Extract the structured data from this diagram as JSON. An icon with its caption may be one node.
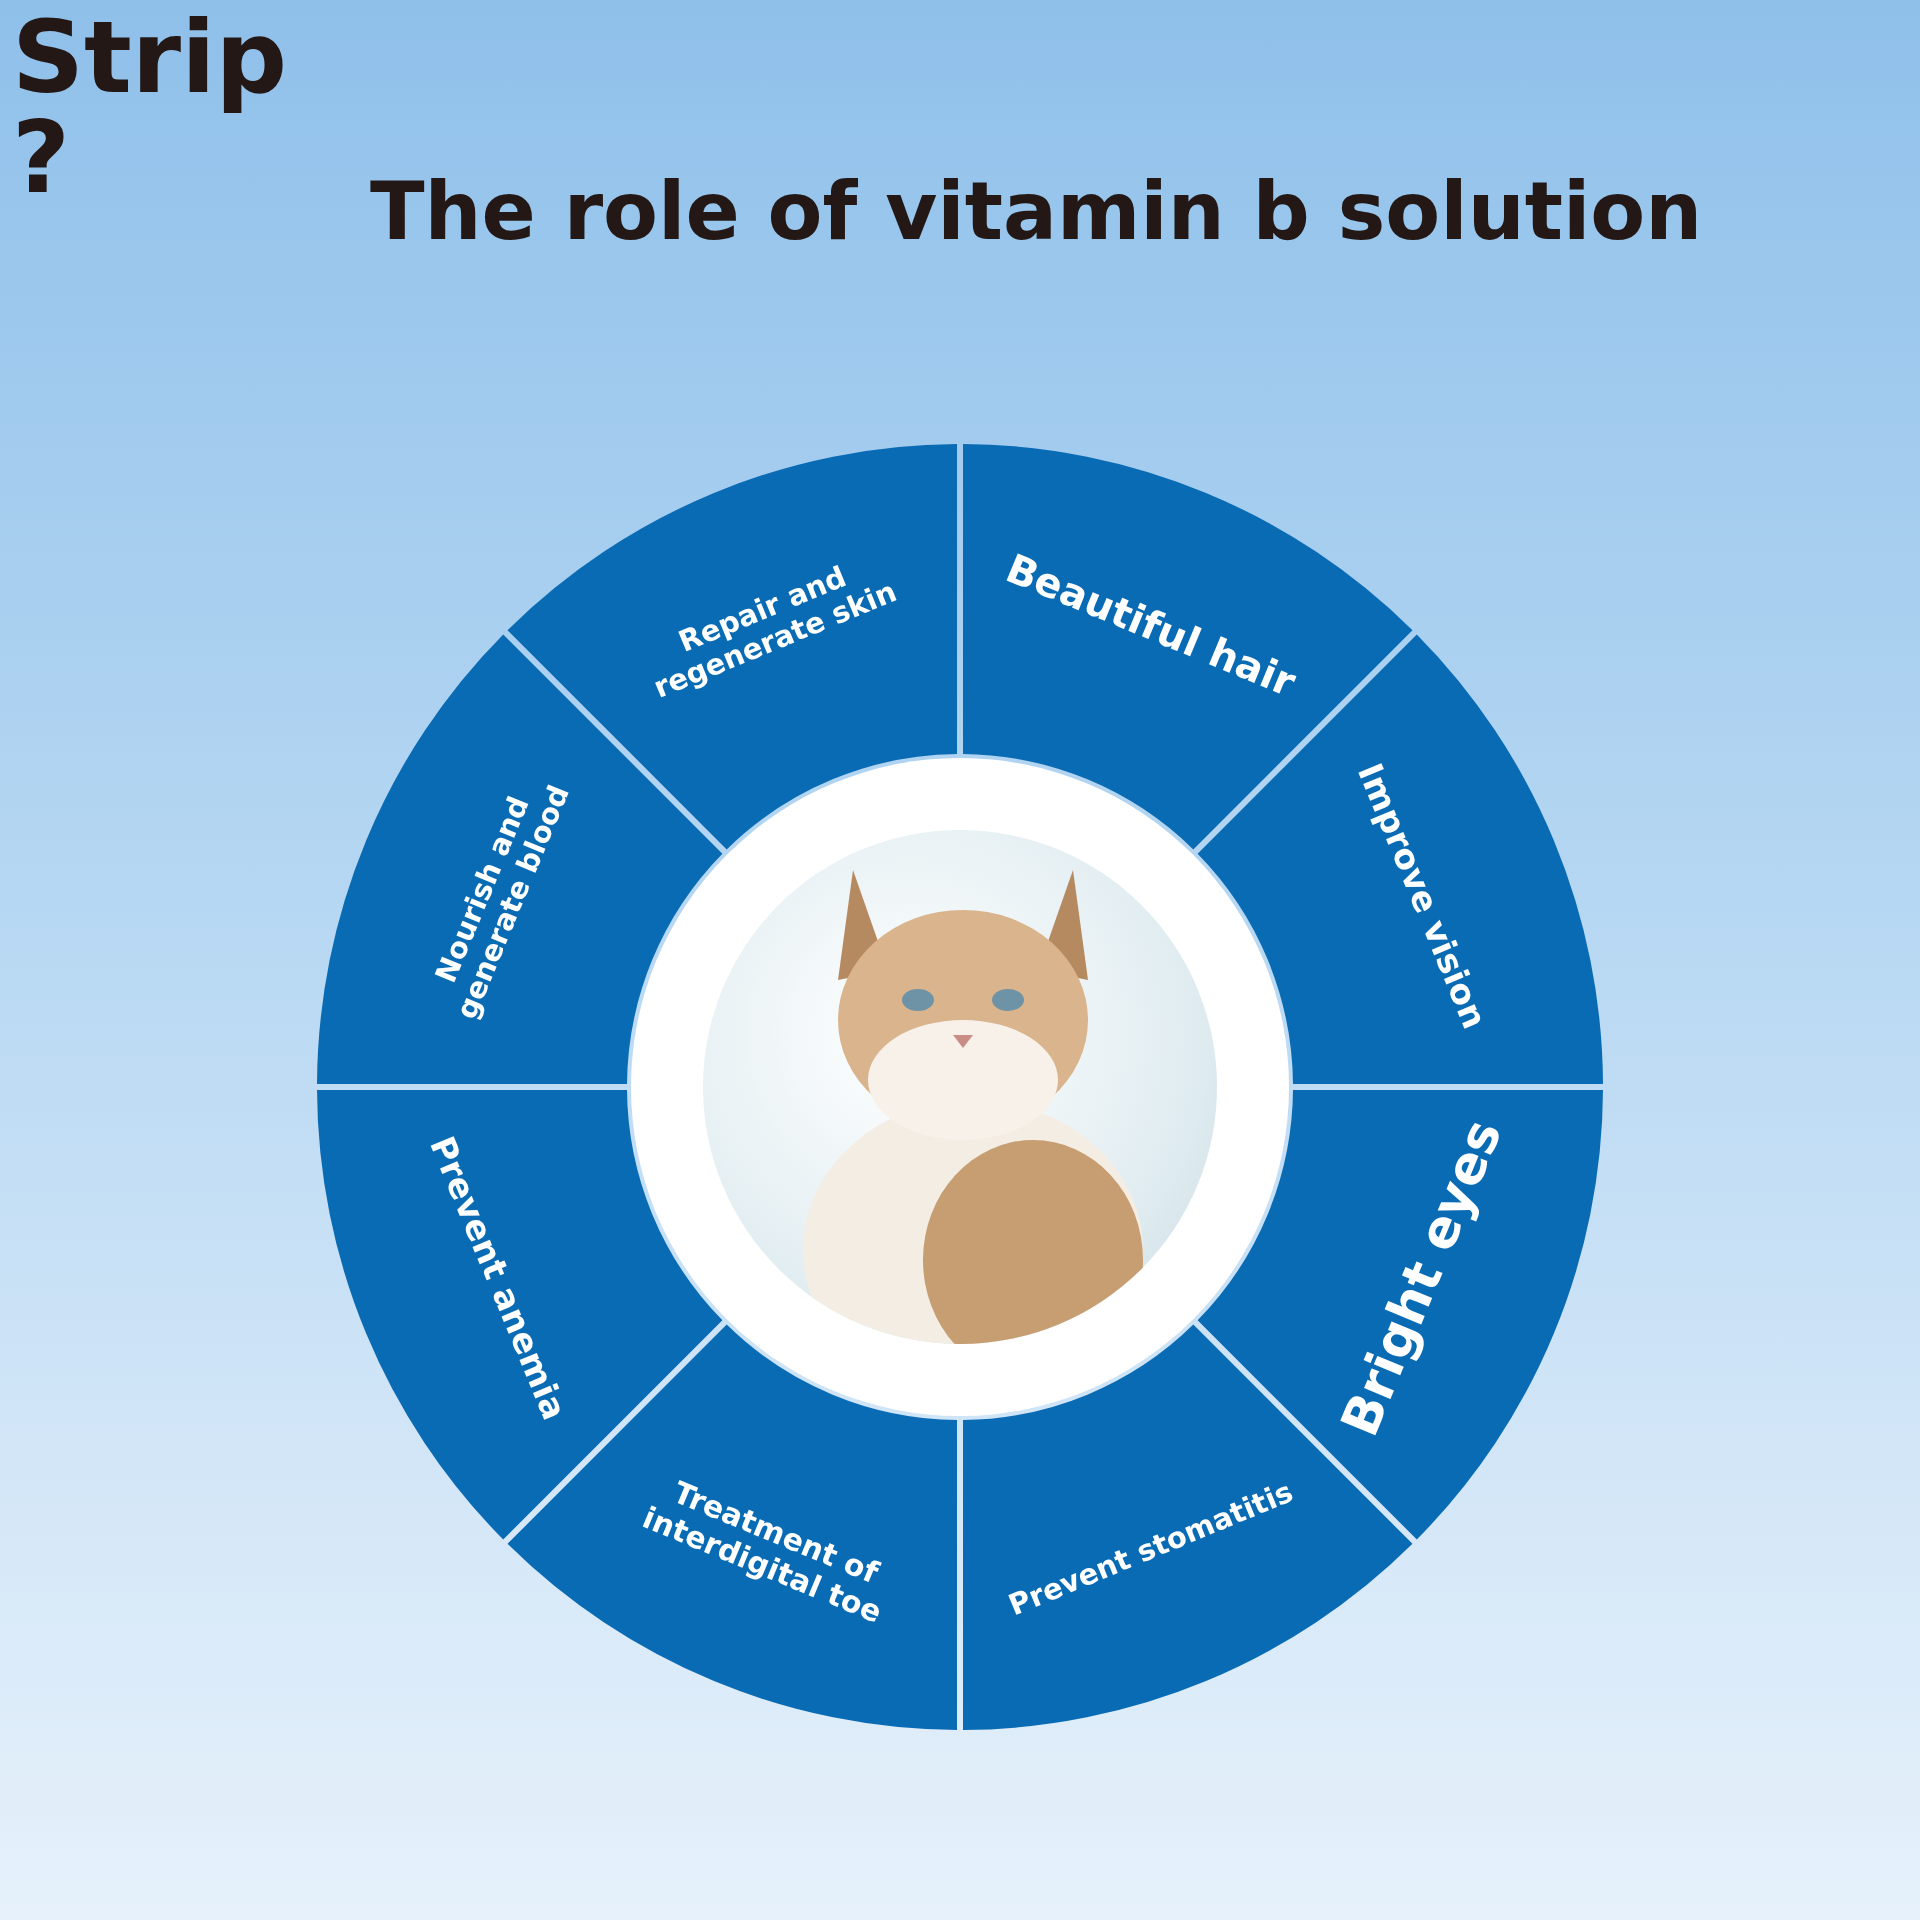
{
  "diagram": {
    "title": "The role of vitamin b solution",
    "nodes": [
      {
        "text": [
          "Repair and regenerate skin"
        ]
      },
      {
        "text": [
          "Beautiful hair"
        ]
      },
      {
        "text": [
          "Nourish and generate blood"
        ]
      },
      {
        "text": [
          "Improve vision"
        ]
      },
      {
        "text": [],
        "shape": "picture"
      },
      {
        "text": [
          "Prevent anemia"
        ]
      },
      {
        "text": [
          "Bright eyes"
        ]
      },
      {
        "text": [
          "Treatment of interdigital toe"
        ]
      },
      {
        "text": [
          "Prevent stomatitis"
        ]
      }
    ],
    "labels": [
      "Strip ?"
    ]
  }
}
